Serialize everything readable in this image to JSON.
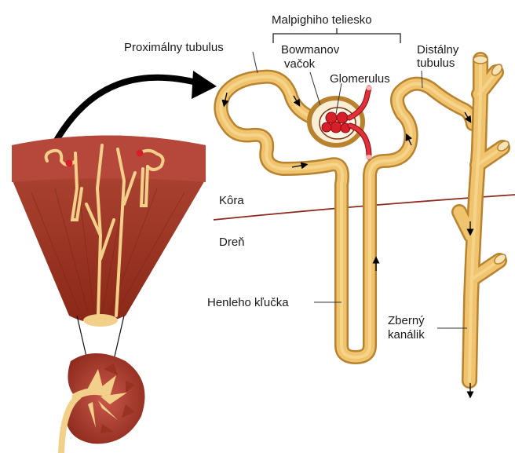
{
  "labels": {
    "malpighi": "Malpighiho teliesko",
    "bowman_line1": "Bowmanov",
    "bowman_line2": "vačok",
    "glomerulus": "Glomerulus",
    "proximal": "Proximálny tubulus",
    "distal_line1": "Distálny",
    "distal_line2": "tubulus",
    "cortex": "Kôra",
    "medulla": "Dreň",
    "henle": "Henleho kľučka",
    "collecting_line1": "Zberný",
    "collecting_line2": "kanálik"
  },
  "colors": {
    "tubule_fill": "#f0c36e",
    "tubule_outline": "#b8822e",
    "capsule_fill": "#fbeed6",
    "glomerulus_red": "#d5202a",
    "cortex_band": "#b24a3a",
    "medulla_dark": "#8e2a1c",
    "boundary_line": "#8b2a1e",
    "arrow": "#000000"
  }
}
